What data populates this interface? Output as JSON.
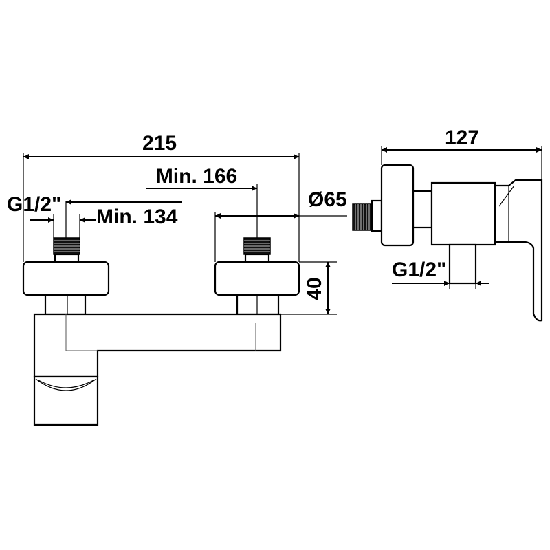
{
  "dimensions": {
    "overall_width": "215",
    "min_center_distance": "Min. 166",
    "thread_left": "G1/2\"",
    "min_inner_distance": "Min. 134",
    "rosette_diameter": "Ø65",
    "rosette_height": "40",
    "side_depth": "127",
    "thread_side": "G1/2\""
  },
  "colors": {
    "ink": "#000000",
    "background": "#ffffff"
  }
}
